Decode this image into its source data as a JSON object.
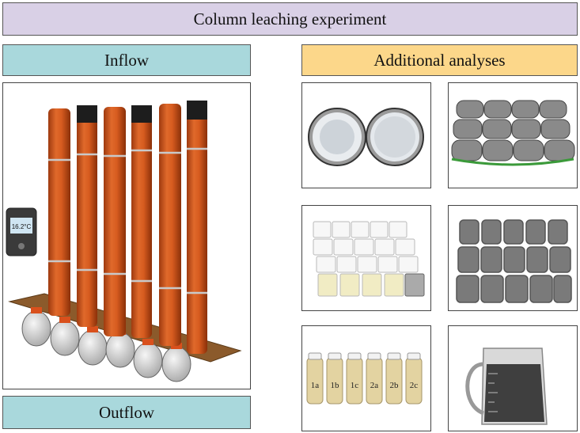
{
  "title": "Column leaching experiment",
  "inflow_label": "Inflow",
  "outflow_label": "Outflow",
  "additional_label": "Additional analyses",
  "logger_reading": "16.2°C",
  "vial_labels": [
    "1a",
    "1b",
    "1c",
    "2a",
    "2b",
    "2c"
  ],
  "colors": {
    "title_bg": "#d9d0e6",
    "flow_bg": "#a9d8dc",
    "analyses_bg": "#fcd78a",
    "column": "#d2581f",
    "board": "#8b5a2b"
  }
}
